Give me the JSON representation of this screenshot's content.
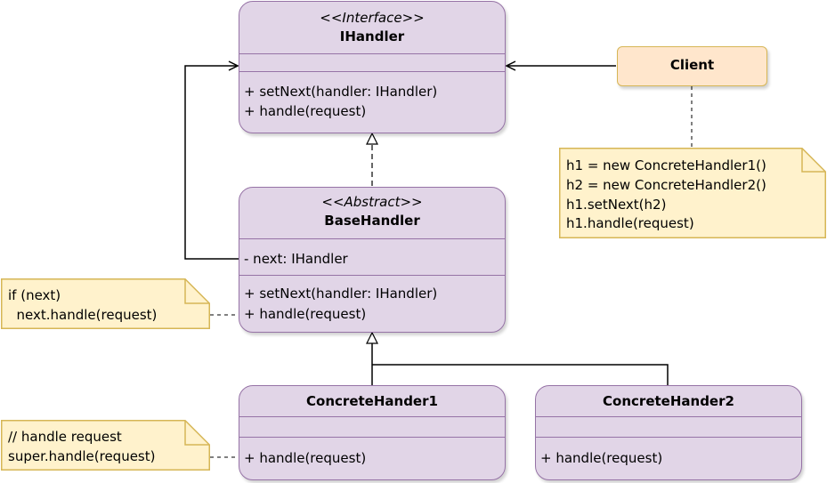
{
  "iface": {
    "stereotype": "<<Interface>>",
    "name": "IHandler",
    "methods": [
      "+ setNext(handler: IHandler)",
      "+ handle(request)"
    ]
  },
  "base": {
    "stereotype": "<<Abstract>>",
    "name": "BaseHandler",
    "fields": [
      "- next: IHandler"
    ],
    "methods": [
      "+ setNext(handler: IHandler)",
      "+ handle(request)"
    ]
  },
  "concrete1": {
    "name": "ConcreteHander1",
    "methods": [
      "+ handle(request)"
    ]
  },
  "concrete2": {
    "name": "ConcreteHander2",
    "methods": [
      "+ handle(request)"
    ]
  },
  "client": {
    "name": "Client"
  },
  "notes": {
    "client_code": [
      "h1 = new ConcreteHandler1()",
      "h2 = new ConcreteHandler2()",
      "h1.setNext(h2)",
      "h1.handle(request)"
    ],
    "base_handle": [
      "if (next)",
      "  next.handle(request)"
    ],
    "concrete_handle": [
      "// handle request",
      "super.handle(request)"
    ]
  },
  "colors": {
    "class_fill": "#e1d5e7",
    "class_border": "#9673a6",
    "note_fill": "#fff2cc",
    "note_border": "#d6b656",
    "client_fill": "#ffe6cc"
  }
}
